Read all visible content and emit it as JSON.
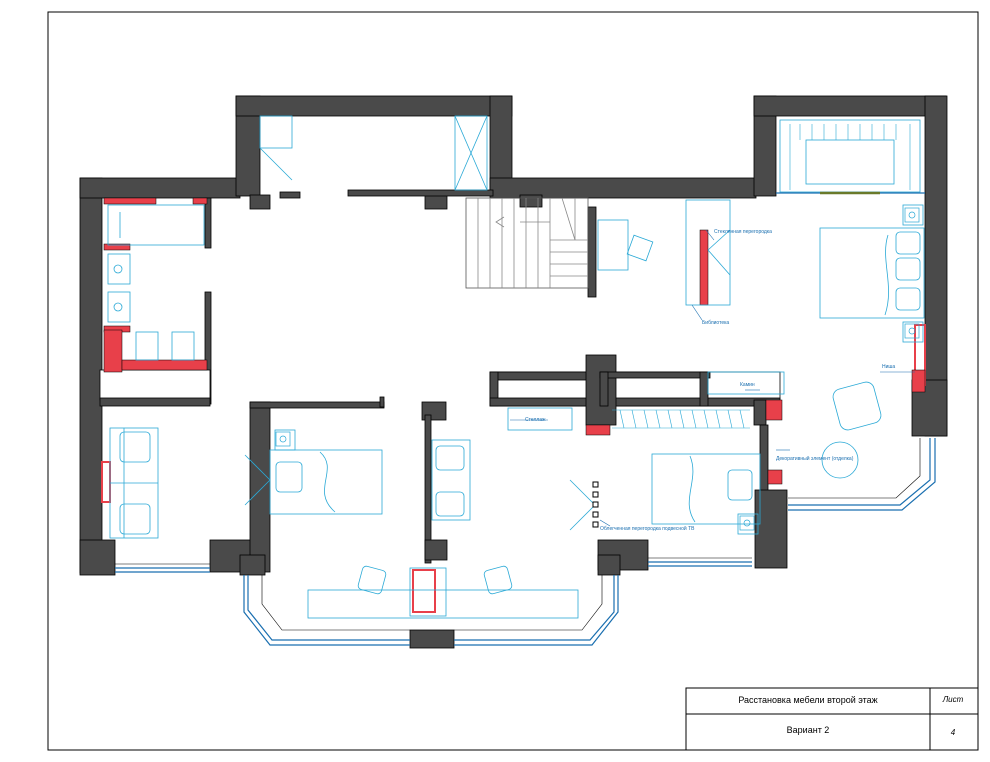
{
  "title_block": {
    "title": "Расстановка мебели второй этаж",
    "sheet_label": "Лист",
    "variant": "Вариант 2",
    "sheet_number": "4"
  },
  "annotations": {
    "glass_partition": "Стеклянная перегородка",
    "library": "Библиотека",
    "niche": "Ниша",
    "fireplace": "Камин",
    "rack": "Стеллаж",
    "decorative_wall": "Декоративный элемент (отделка)",
    "tv_partition": "Облегченная перегородка подвесной ТВ"
  },
  "colors": {
    "wall": "#4a4a4a",
    "accent": "#e8404a",
    "furniture": "#2aa9d6",
    "window": "#1a6fb0"
  }
}
